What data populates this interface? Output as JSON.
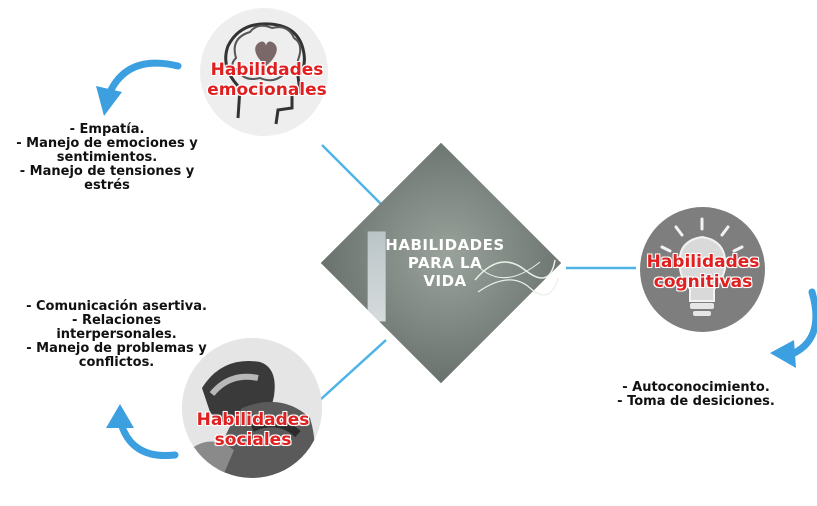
{
  "center": {
    "title": "HABILIDADES\nPARA LA\nVIDA"
  },
  "nodes": {
    "emocionales": {
      "label": "Habilidades\nemocionales",
      "items": "- Empatía.\n- Manejo de emociones y\nsentimientos.\n- Manejo de tensiones y\nestrés"
    },
    "cognitivas": {
      "label": "Habilidades\ncognitivas",
      "items": "- Autoconocimiento.\n- Toma de desiciones."
    },
    "sociales": {
      "label": "Habilidades\nsociales",
      "items": "- Comunicación asertiva.\n- Relaciones\ninterpersonales.\n- Manejo de problemas y\nconflictos."
    }
  },
  "colors": {
    "connector": "#4fb3e6",
    "arrow": "#3b9fe0",
    "label": "#e02020"
  },
  "icons": [
    "curved-arrow-icon",
    "head-heart-icon",
    "lightbulb-brain-icon",
    "hug-photo"
  ]
}
